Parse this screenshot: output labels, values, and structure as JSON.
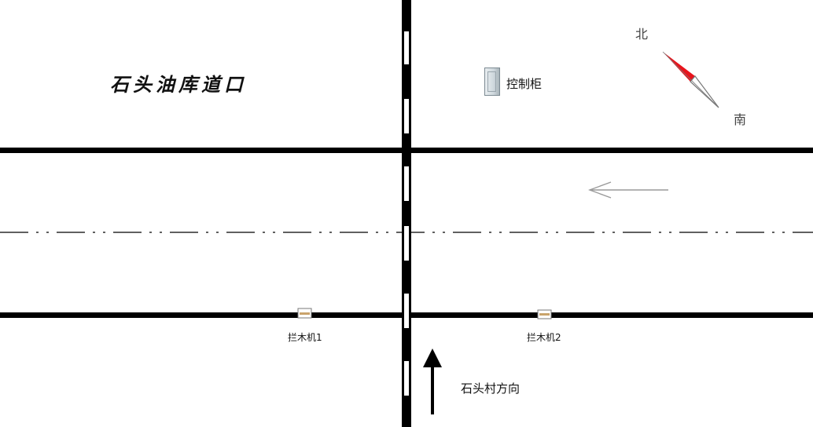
{
  "title": "石头油库道口",
  "cabinet": {
    "label": "控制柜",
    "icon": "control-cabinet-icon"
  },
  "compass": {
    "north": "北",
    "south": "南",
    "needle_color": "#e8141c",
    "icon": "compass-needle-icon"
  },
  "barriers": [
    {
      "label": "拦木机1",
      "icon": "barrier-gate-icon"
    },
    {
      "label": "拦木机2",
      "icon": "barrier-gate-icon"
    }
  ],
  "traffic_direction": {
    "icon": "arrow-left-icon"
  },
  "village_direction": {
    "label": "石头村方向",
    "icon": "arrow-up-icon"
  },
  "colors": {
    "road_line": "#000000",
    "arrow_outline": "#9a9a9a",
    "background": "#ffffff"
  }
}
